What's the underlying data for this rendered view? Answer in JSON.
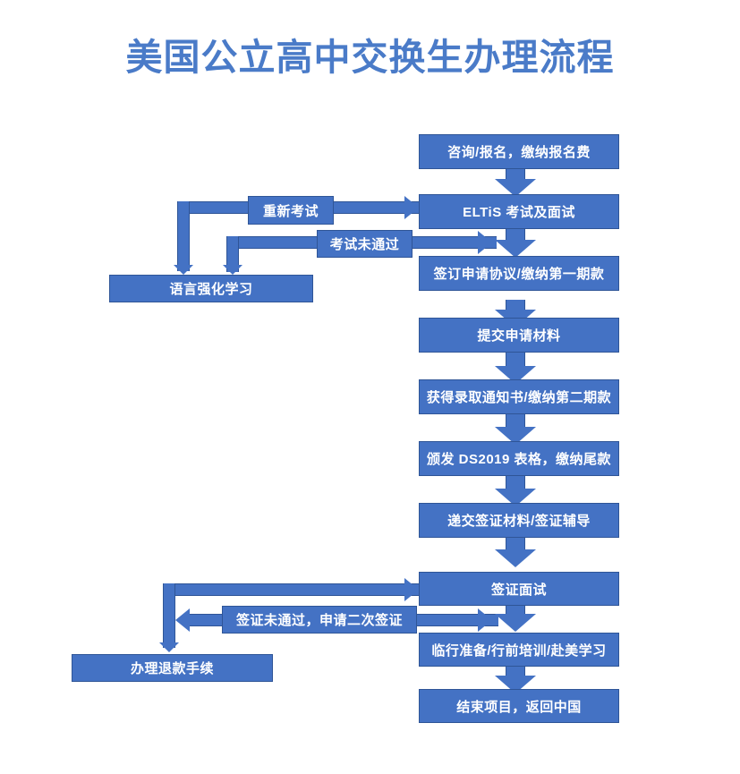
{
  "page": {
    "title": "美国公立高中交换生办理流程",
    "accent_color": "#4472C4",
    "title_color": "#4A7BC8",
    "border_color": "#2F5597",
    "text_color": "#FFFFFF",
    "background": "#FFFFFF"
  },
  "flow": {
    "main_steps": [
      {
        "id": "step-1",
        "label": "咨询/报名，缴纳报名费"
      },
      {
        "id": "step-2",
        "label": "ELTiS 考试及面试"
      },
      {
        "id": "step-3",
        "label": "签订申请协议/缴纳第一期款"
      },
      {
        "id": "step-4",
        "label": "提交申请材料"
      },
      {
        "id": "step-5",
        "label": "获得录取通知书/缴纳第二期款"
      },
      {
        "id": "step-6",
        "label": "颁发 DS2019 表格，缴纳尾款"
      },
      {
        "id": "step-7",
        "label": "递交签证材料/签证辅导"
      },
      {
        "id": "step-8",
        "label": "签证面试"
      },
      {
        "id": "step-9",
        "label": "临行准备/行前培训/赴美学习"
      },
      {
        "id": "step-10",
        "label": "结束项目，返回中国"
      }
    ],
    "branch_labels": [
      {
        "id": "retake-exam",
        "label": "重新考试"
      },
      {
        "id": "exam-failed",
        "label": "考试未通过"
      },
      {
        "id": "visa-failed",
        "label": "签证未通过，申请二次签证"
      }
    ],
    "branch_outcomes": [
      {
        "id": "language-study",
        "label": "语言强化学习"
      },
      {
        "id": "refund",
        "label": "办理退款手续"
      }
    ]
  }
}
